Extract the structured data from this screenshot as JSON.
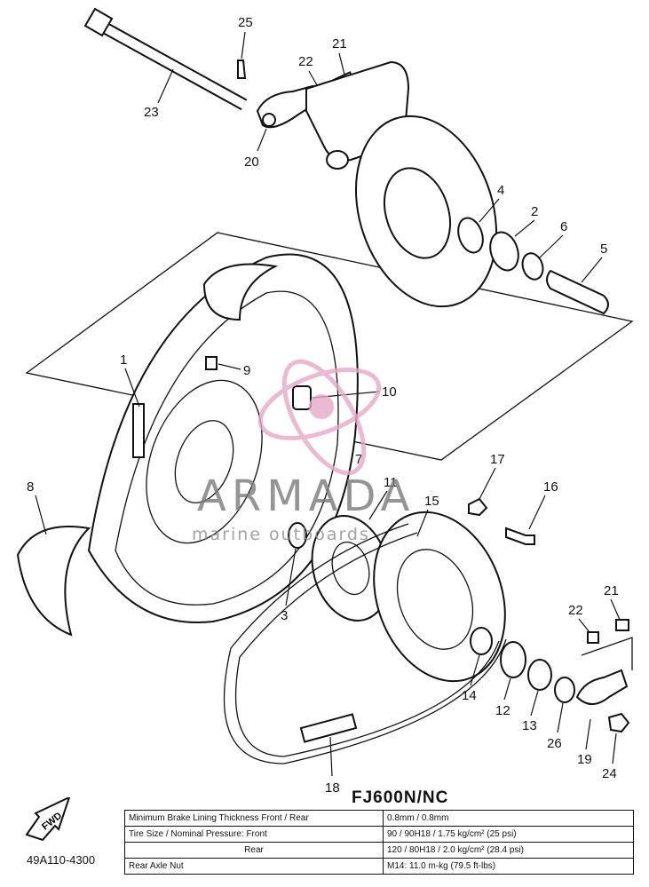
{
  "model": "FJ600N/NC",
  "part_number": "49A110-4300",
  "fwd_label": "FWD",
  "watermark": {
    "brand": "ARMADA",
    "sub": "marine outboards",
    "color": "#e8a8c8"
  },
  "callouts": [
    "25",
    "21",
    "22",
    "23",
    "20",
    "4",
    "2",
    "6",
    "5",
    "1",
    "9",
    "10",
    "8",
    "11",
    "15",
    "17",
    "16",
    "3",
    "21",
    "22",
    "14",
    "12",
    "13",
    "26",
    "19",
    "24",
    "18",
    "7"
  ],
  "spec_table": {
    "rows": [
      {
        "label": "Minimum Brake Lining Thickness Front / Rear",
        "value": "0.8mm / 0.8mm"
      },
      {
        "label": "Tire Size / Nominal Pressure: Front",
        "value": "90 / 90H18 / 1.75 kg/cm² (25 psi)"
      },
      {
        "label": "Rear",
        "value": "120 / 80H18 / 2.0 kg/cm² (28.4 psi)"
      },
      {
        "label": "Rear Axle Nut",
        "value": "M14: 11.0 m-kg (79.5 ft-lbs)"
      }
    ]
  }
}
